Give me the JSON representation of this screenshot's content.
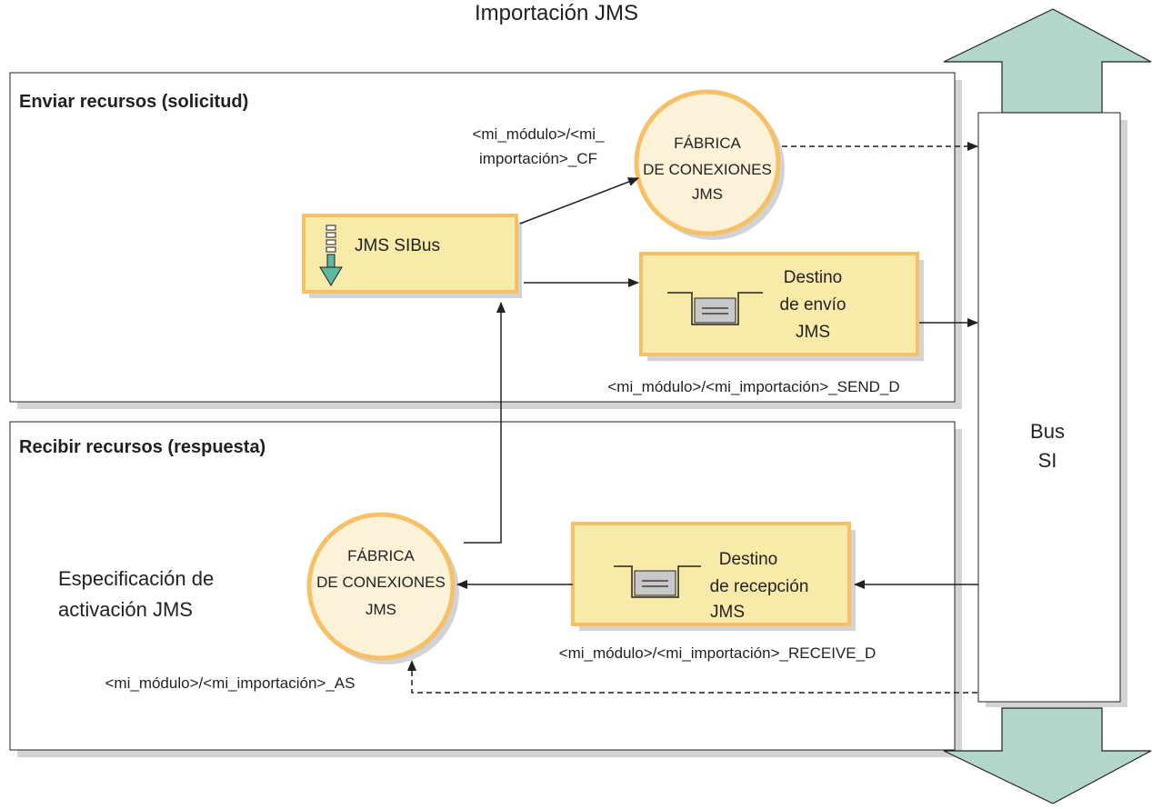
{
  "title": "Importación JMS",
  "send_section": {
    "title": "Enviar recursos (solicitud)",
    "cf_label_line1": "<mi_módulo>/<mi_",
    "cf_label_line2": "importación>_CF",
    "cf_circle": [
      "FÁBRICA",
      "DE CONEXIONES",
      "JMS"
    ],
    "sibus_label": "JMS SIBus",
    "send_dest": [
      "Destino",
      "de envío",
      "JMS"
    ],
    "send_dest_id": "<mi_módulo>/<mi_importación>_SEND_D"
  },
  "receive_section": {
    "title": "Recibir recursos (respuesta)",
    "activation_spec": [
      "Especificación de",
      "activación JMS"
    ],
    "cf_circle": [
      "FÁBRICA",
      "DE CONEXIONES",
      "JMS"
    ],
    "receive_dest": [
      "Destino",
      "de recepción",
      "JMS"
    ],
    "receive_dest_id": "<mi_módulo>/<mi_importación>_RECEIVE_D",
    "as_label": "<mi_módulo>/<mi_importación>_AS"
  },
  "bus": [
    "Bus",
    "SI"
  ],
  "colors": {
    "circle_fill": "#fbf2d8",
    "circle_stroke": "#f7c066",
    "box_fill": "#f8eaa9",
    "box_stroke": "#f7c066",
    "arrow_fill": "#b2d6cc",
    "shadow": "#d1d3d4",
    "queue_fill": "#c7c8ca"
  }
}
